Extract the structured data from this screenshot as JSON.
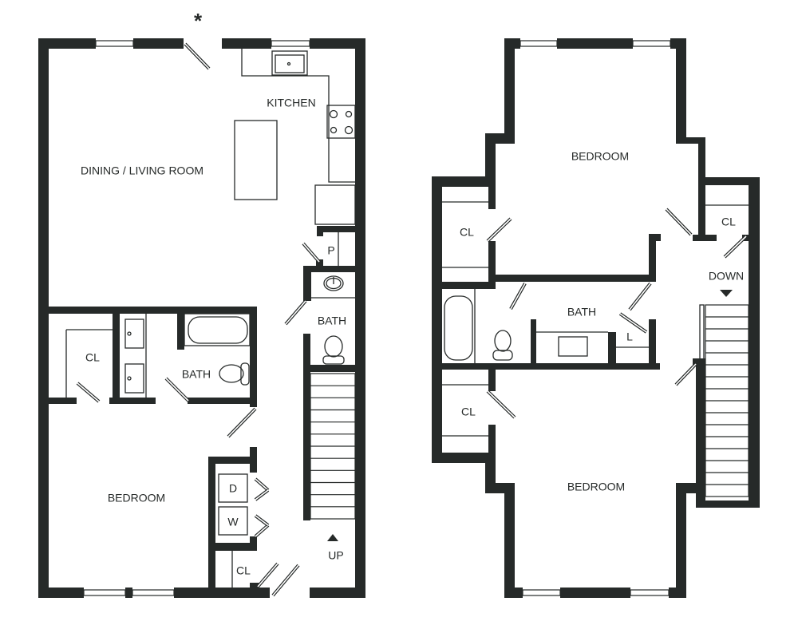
{
  "wall_color": "#262a29",
  "first_floor": {
    "entry_marker": "*",
    "rooms": {
      "dining_living": "DINING / LIVING ROOM",
      "kitchen": "KITCHEN",
      "pantry": "P",
      "half_bath": "BATH",
      "bath": "BATH",
      "closet_bath": "CL",
      "bedroom": "BEDROOM",
      "dryer": "D",
      "washer": "W",
      "closet_hall": "CL",
      "stairs_up": "UP"
    }
  },
  "second_floor": {
    "rooms": {
      "bedroom_top": "BEDROOM",
      "closet_left_top": "CL",
      "closet_right": "CL",
      "stairs_down": "DOWN",
      "bath": "BATH",
      "linen": "L",
      "closet_left_bottom": "CL",
      "bedroom_bottom": "BEDROOM"
    }
  }
}
